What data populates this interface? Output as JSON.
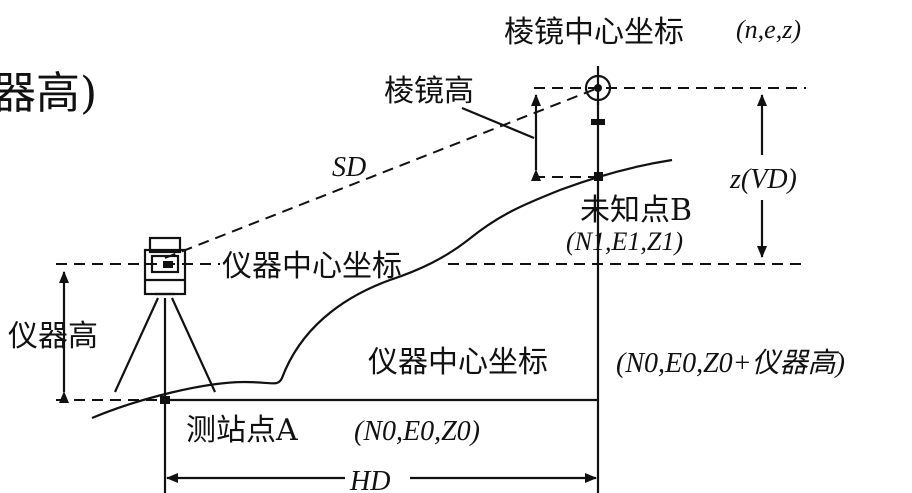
{
  "labels": {
    "edge_fragment": "器高)",
    "prism_coord_label": "棱镜中心坐标",
    "prism_coord_value": "(n,e,z)",
    "prism_height": "棱镜高",
    "sd": "SD",
    "z_vd": "z(VD)",
    "unknown_point": "未知点B",
    "unknown_coord": "(N1,E1,Z1)",
    "instrument_center_upper": "仪器中心坐标",
    "instrument_height": "仪器高",
    "instrument_center_lower": "仪器中心坐标",
    "lower_coord_value": "(N0,E0,Z0+仪器高)",
    "station_label": "测站点A",
    "station_coord": "(N0,E0,Z0)",
    "hd": "HD"
  }
}
